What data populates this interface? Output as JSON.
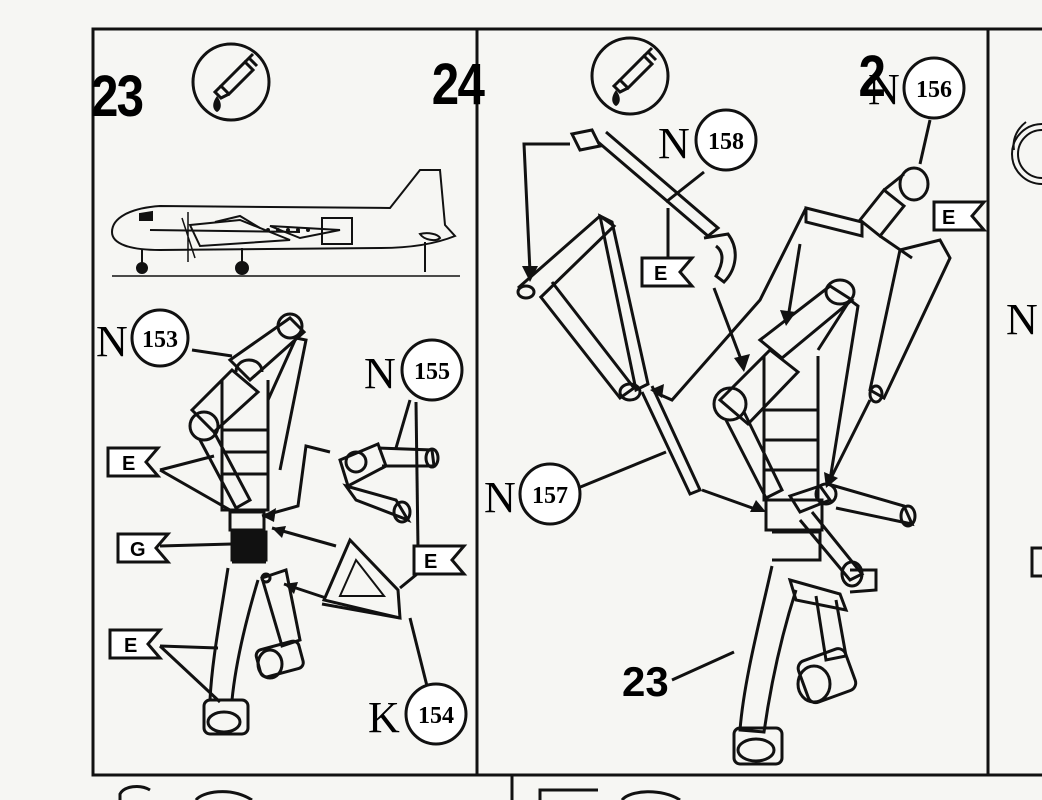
{
  "steps": {
    "s23": {
      "number": "23",
      "icon": "glue-tube-icon"
    },
    "s24": {
      "number": "24",
      "icon": "glue-tube-icon"
    },
    "s25": {
      "number": "2"
    }
  },
  "callouts": {
    "n153": {
      "letter": "N",
      "number": "153"
    },
    "n155": {
      "letter": "N",
      "number": "155"
    },
    "k154": {
      "letter": "K",
      "number": "154"
    },
    "n158": {
      "letter": "N",
      "number": "158"
    },
    "n156": {
      "letter": "N",
      "number": "156"
    },
    "n157": {
      "letter": "N",
      "number": "157"
    },
    "right_edge_letter": "N"
  },
  "flags": {
    "e": "E",
    "g": "G"
  },
  "references": {
    "assembly_23": "23"
  },
  "colors": {
    "ink": "#111111",
    "paper": "#f6f6f3"
  }
}
